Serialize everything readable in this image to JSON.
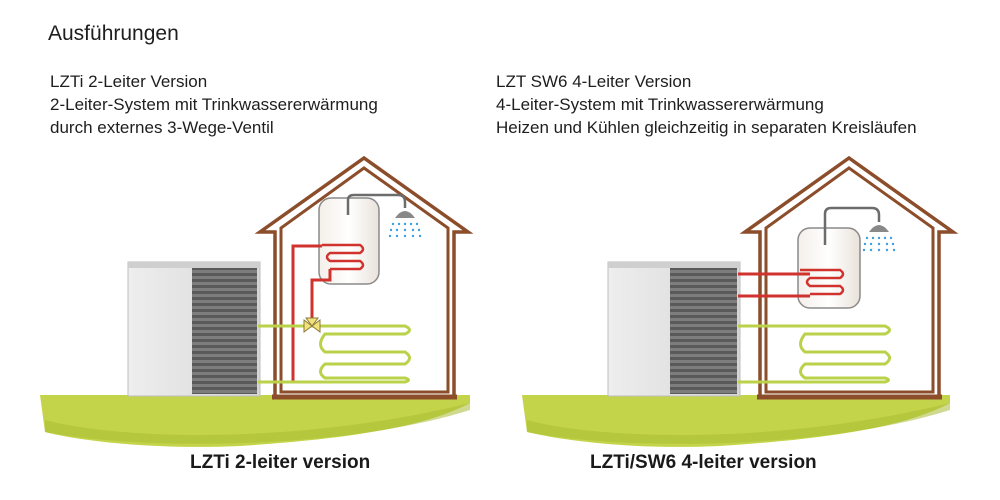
{
  "title": "Ausführungen",
  "variants": [
    {
      "lines": [
        "LZTi 2-Leiter Version",
        "2-Leiter-System mit Trinkwassererwärmung",
        "durch externes 3-Wege-Ventil"
      ],
      "caption": "LZTi 2-leiter version"
    },
    {
      "lines": [
        "LZT SW6 4-Leiter Version",
        "4-Leiter-System mit Trinkwassererwärmung",
        "Heizen und Kühlen gleichzeitig in separaten Kreisläufen"
      ],
      "caption": "LZTi/SW6 4-leiter version"
    }
  ],
  "colors": {
    "ground": "#c4d44a",
    "house_frame": "#8b4d2a",
    "hot_pipe": "#d0322d",
    "heating_pipe": "#b9d24a",
    "valve": "#f2e27a",
    "shower_water": "#3b9fe0"
  }
}
